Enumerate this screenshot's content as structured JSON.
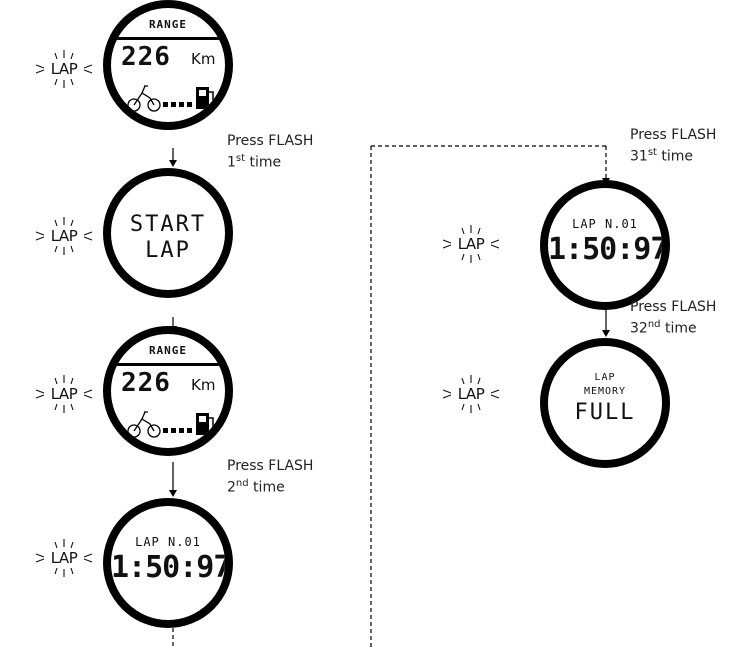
{
  "lap_indicator": "LAP",
  "range_label": "RANGE",
  "range_value": "226",
  "range_unit": "Km",
  "start_lap": {
    "line1": "START",
    "line2": "LAP"
  },
  "lap_number": "LAP N.01",
  "lap_time": "1:50:97",
  "lap_memory": {
    "line1": "LAP",
    "line2": "MEMORY",
    "line3": "FULL"
  },
  "notes": {
    "n1": {
      "prefix": "Press FLASH",
      "num": "1",
      "sup": "st",
      "suffix": " time"
    },
    "n2": {
      "prefix": "Press FLASH",
      "num": "2",
      "sup": "nd",
      "suffix": " time"
    },
    "n31": {
      "prefix": "Press FLASH",
      "num": "31",
      "sup": "st",
      "suffix": " time"
    },
    "n32": {
      "prefix": "Press FLASH",
      "num": "32",
      "sup": "nd",
      "suffix": " time"
    }
  }
}
